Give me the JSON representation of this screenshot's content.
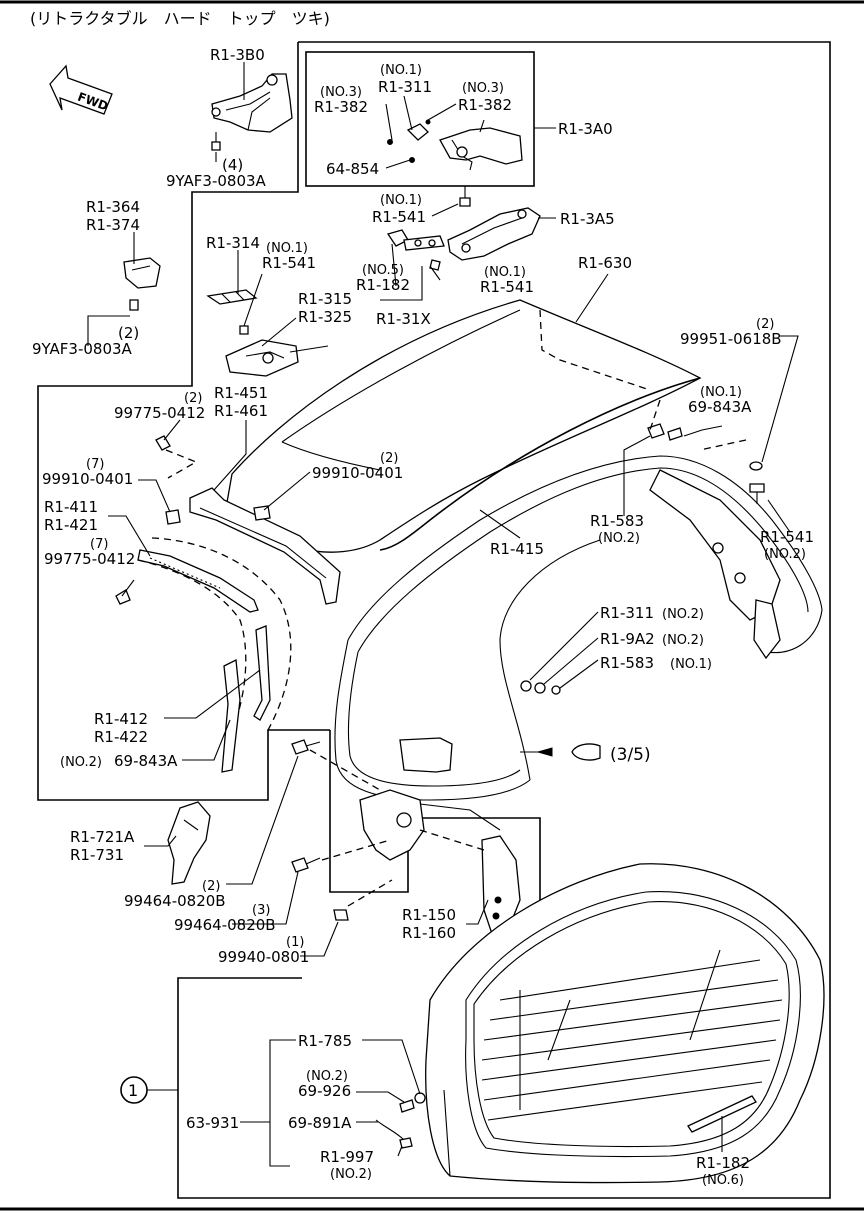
{
  "title": "(リトラクタブル　ハード　トップ　ツキ)",
  "fwd_label": "FWD",
  "ref_page": "(3/5)",
  "group_marker": "1",
  "labels": {
    "r1_3b0": "R1-3B0",
    "q4": "(4)",
    "p9yaf3_a": "9YAF3-0803A",
    "no1_311": "(NO.1)",
    "r1_311_top": "R1-311",
    "no3_a": "(NO.3)",
    "r1_382_a": "R1-382",
    "no3_b": "(NO.3)",
    "r1_382_b": "R1-382",
    "r1_3a0": "R1-3A0",
    "p64_854": "64-854",
    "no1_541_a": "(NO.1)",
    "r1_541_a": "R1-541",
    "r1_3a5": "R1-3A5",
    "r1_364": "R1-364",
    "r1_374": "R1-374",
    "q2_a": "(2)",
    "p9yaf3_b": "9YAF3-0803A",
    "r1_314": "R1-314",
    "no1_541_b": "(NO.1)",
    "r1_541_b": "R1-541",
    "no5": "(NO.5)",
    "r1_182_a": "R1-182",
    "no1_541_c": "(NO.1)",
    "r1_541_c": "R1-541",
    "r1_31x": "R1-31X",
    "r1_315": "R1-315",
    "r1_325": "R1-325",
    "r1_630": "R1-630",
    "q2_b": "(2)",
    "p99951": "99951-0618B",
    "no1_843": "(NO.1)",
    "p69_843a_a": "69-843A",
    "q2_c": "(2)",
    "p99775_a": "99775-0412",
    "r1_451": "R1-451",
    "r1_461": "R1-461",
    "q2_d": "(2)",
    "p99910_a": "99910-0401",
    "q7_a": "(7)",
    "p99910_b": "99910-0401",
    "r1_411": "R1-411",
    "r1_421": "R1-421",
    "q7_b": "(7)",
    "p99775_b": "99775-0412",
    "r1_583_a": "R1-583",
    "no2_583": "(NO.2)",
    "r1_415": "R1-415",
    "r1_541_d": "R1-541",
    "no2_541": "(NO.2)",
    "r1_311_b": "R1-311",
    "no2_311": "(NO.2)",
    "r1_9a2": "R1-9A2",
    "no2_9a2": "(NO.2)",
    "r1_583_b": "R1-583",
    "no1_583b": "(NO.1)",
    "r1_412": "R1-412",
    "r1_422": "R1-422",
    "no2_843": "(NO.2)",
    "p69_843a_b": "69-843A",
    "r1_721a": "R1-721A",
    "r1_731": "R1-731",
    "q2_e": "(2)",
    "p99464_a": "99464-0820B",
    "q3": "(3)",
    "p99464_b": "99464-0820B",
    "q1": "(1)",
    "p99940": "99940-0801",
    "r1_150": "R1-150",
    "r1_160": "R1-160",
    "r1_785": "R1-785",
    "no2_926": "(NO.2)",
    "p69_926": "69-926",
    "p63_931": "63-931",
    "p69_891a": "69-891A",
    "r1_997": "R1-997",
    "no2_997": "(NO.2)",
    "r1_182_b": "R1-182",
    "no6": "(NO.6)"
  }
}
